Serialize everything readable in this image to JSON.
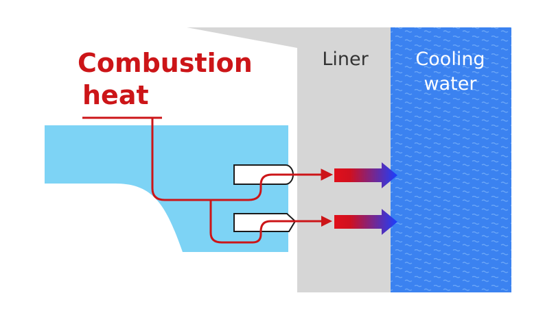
{
  "diagram": {
    "heat_label_line1": "Combustion",
    "heat_label_line2": "heat",
    "liner_label": "Liner",
    "water_label_line1": "Cooling",
    "water_label_line2": "water"
  },
  "colors": {
    "heat_red": "#cc1518",
    "piston_blue": "#7dd3f5",
    "liner_gray": "#d6d6d6",
    "water_blue": "#3b82f0",
    "wave_blue": "#6aa6f7",
    "arrow_blue": "#1a3fff"
  }
}
